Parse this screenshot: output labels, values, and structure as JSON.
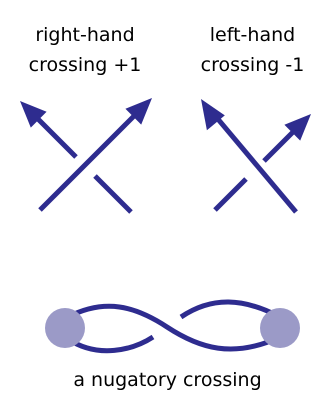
{
  "labels": {
    "right_hand_line1": "right-hand",
    "right_hand_line2": "crossing +1",
    "left_hand_line1": "left-hand",
    "left_hand_line2": "crossing -1",
    "nugatory": "a nugatory crossing"
  },
  "colors": {
    "strand": "#2e2c8f",
    "node": "#9b9ac7",
    "text": "#000000"
  }
}
